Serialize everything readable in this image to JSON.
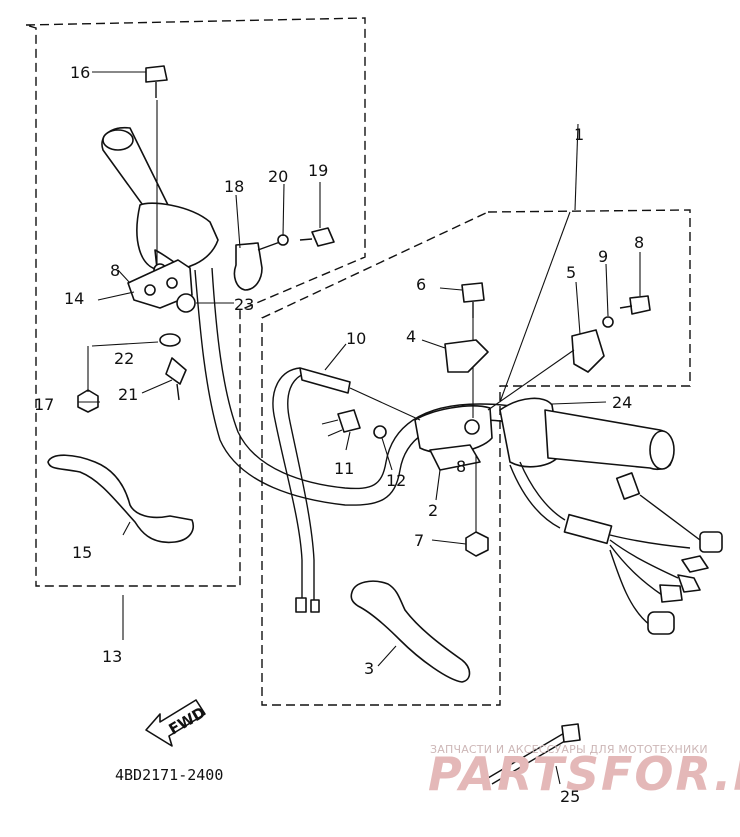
{
  "diagram": {
    "part_numbers": [
      "1",
      "2",
      "3",
      "4",
      "5",
      "6",
      "7",
      "8",
      "8",
      "9",
      "10",
      "11",
      "12",
      "13",
      "14",
      "15",
      "16",
      "17",
      "18",
      "19",
      "20",
      "21",
      "22",
      "23",
      "24",
      "25",
      "8"
    ],
    "code": "4BD2171-2400",
    "fwd_label": "FWD",
    "watermark": {
      "top": "ЗАПЧАСТИ И АКСЕССУАРЫ ДЛЯ МОТОТЕХНИКИ",
      "brand": "PARTSFOR.RU"
    }
  }
}
